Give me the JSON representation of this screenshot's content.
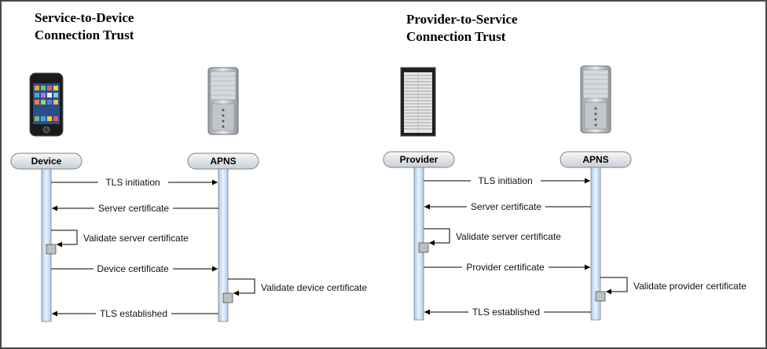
{
  "left_panel": {
    "title_line1": "Service-to-Device",
    "title_line2": "Connection Trust",
    "actor_left": "Device",
    "actor_right": "APNS",
    "messages": [
      "TLS initiation",
      "Server certificate",
      "Validate server certificate",
      "Device certificate",
      "Validate device certificate",
      "TLS established"
    ]
  },
  "right_panel": {
    "title_line1": "Provider-to-Service",
    "title_line2": "Connection Trust",
    "actor_left": "Provider",
    "actor_right": "APNS",
    "messages": [
      "TLS initiation",
      "Server certificate",
      "Validate server certificate",
      "Provider certificate",
      "Validate provider certificate",
      "TLS established"
    ]
  },
  "icons": [
    "phone-icon",
    "apns-server-icon",
    "provider-rack-icon",
    "apns-server-icon"
  ],
  "colors": {
    "lifeline_fill": "#cfe2f3",
    "pill_fill": "#e9ecef",
    "activation_fill": "#bfbfbf",
    "frame": "#4a4a4a"
  }
}
